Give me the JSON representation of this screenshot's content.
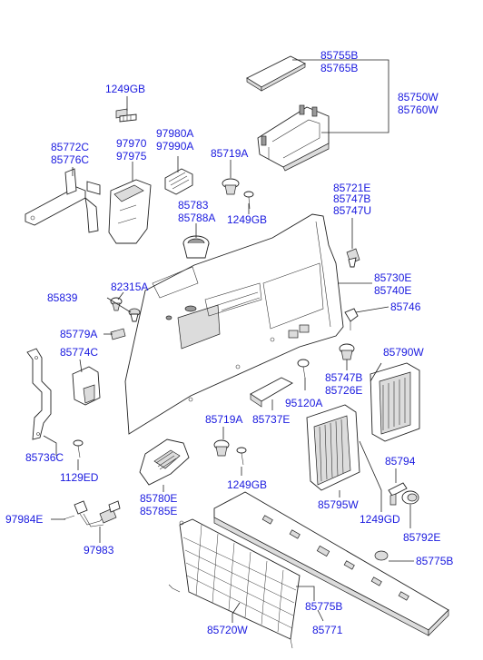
{
  "labels": {
    "p85755b": "85755B",
    "p85765b": "85765B",
    "p85750w": "85750W",
    "p85760w": "85760W",
    "p1249gb_a": "1249GB",
    "p97980a": "97980A",
    "p97990a": "97990A",
    "p85772c": "85772C",
    "p85776c": "85776C",
    "p97970": "97970",
    "p97975": "97975",
    "p85719a_a": "85719A",
    "p85783": "85783",
    "p85788a": "85788A",
    "p1249gb_b": "1249GB",
    "p85721e": "85721E",
    "p85747b_a": "85747B",
    "p85747u": "85747U",
    "p82315a": "82315A",
    "p85839": "85839",
    "p85730e": "85730E",
    "p85740e": "85740E",
    "p85746": "85746",
    "p85779a": "85779A",
    "p85774c": "85774C",
    "p85790w": "85790W",
    "p85747b_b": "85747B",
    "p85726e": "85726E",
    "p95120a": "95120A",
    "p85719a_b": "85719A",
    "p85737e": "85737E",
    "p85736c": "85736C",
    "p1129ed": "1129ED",
    "p85794": "85794",
    "p85780e": "85780E",
    "p85785e": "85785E",
    "p1249gb_c": "1249GB",
    "p85795w": "85795W",
    "p1249gd": "1249GD",
    "p97984e": "97984E",
    "p97983": "97983",
    "p85792e": "85792E",
    "p85775b_a": "85775B",
    "p85775b_b": "85775B",
    "p85720w": "85720W",
    "p85771": "85771"
  },
  "colors": {
    "label": "#1a1adf",
    "line": "#222222"
  }
}
